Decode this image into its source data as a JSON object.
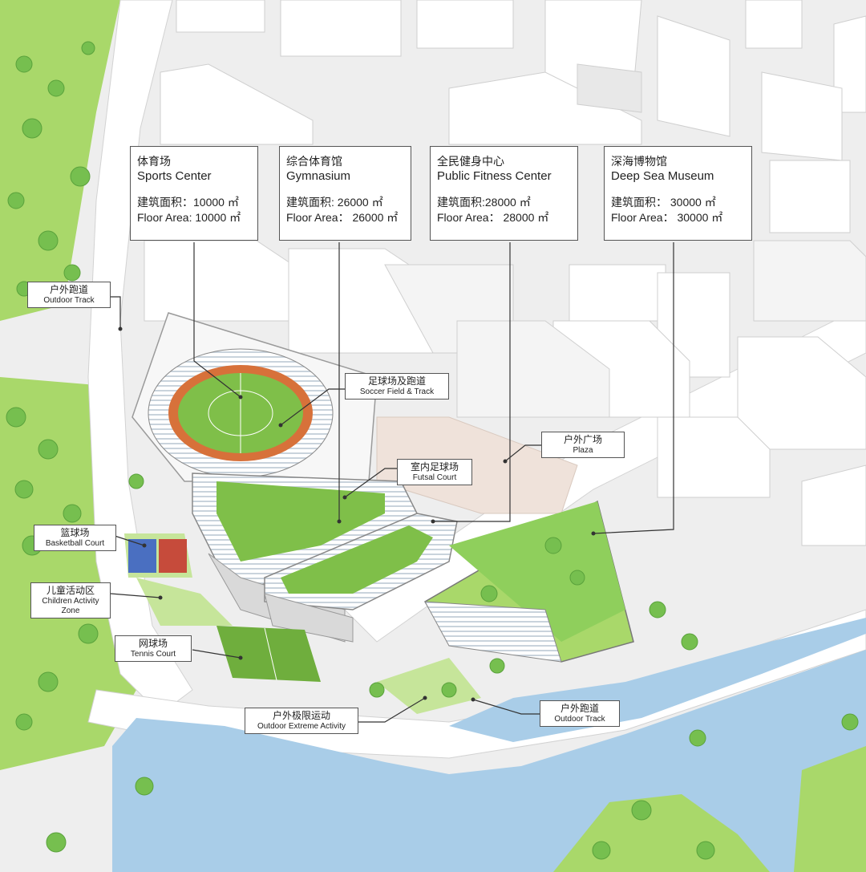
{
  "colors": {
    "ground": "#eeeeee",
    "road": "#ffffff",
    "grass": "#a9d86a",
    "grass_light": "#c6e59a",
    "tree": "#76bf4f",
    "tree_dark": "#5aa23c",
    "water": "#a9cde8",
    "building_top": "#ffffff",
    "building_side": "#d9d9d9",
    "field": "#7fbf49",
    "track": "#d7713a",
    "court_blue": "#4a6fc1",
    "court_red": "#c64b3b",
    "leader": "#333333"
  },
  "info_boxes": [
    {
      "cn": "体育场",
      "en": "Sports Center",
      "area_cn": "建筑面积：10000 ㎡",
      "area_en": "Floor Area: 10000 ㎡"
    },
    {
      "cn": "综合体育馆",
      "en": "Gymnasium",
      "area_cn": "建筑面积: 26000 ㎡",
      "area_en": "Floor Area： 26000 ㎡"
    },
    {
      "cn": "全民健身中心",
      "en": "Public Fitness Center",
      "area_cn": "建筑面积:28000 ㎡",
      "area_en": "Floor Area： 28000 ㎡"
    },
    {
      "cn": "深海博物馆",
      "en": "Deep Sea Museum",
      "area_cn": "建筑面积： 30000 ㎡",
      "area_en": "Floor Area： 30000 ㎡"
    }
  ],
  "labels": {
    "outdoor_track_top": {
      "cn": "户外跑道",
      "en": "Outdoor Track"
    },
    "soccer": {
      "cn": "足球场及跑道",
      "en": "Soccer Field & Track"
    },
    "plaza": {
      "cn": "户外广场",
      "en": "Plaza"
    },
    "futsal": {
      "cn": "室内足球场",
      "en": "Futsal Court"
    },
    "basketball": {
      "cn": "篮球场",
      "en": "Basketball Court"
    },
    "children": {
      "cn": "儿童活动区",
      "en": "Children Activity Zone"
    },
    "tennis": {
      "cn": "网球场",
      "en": "Tennis Court"
    },
    "extreme": {
      "cn": "户外极限运动",
      "en": "Outdoor Extreme Activity"
    },
    "outdoor_track_bottom": {
      "cn": "户外跑道",
      "en": "Outdoor Track"
    }
  }
}
